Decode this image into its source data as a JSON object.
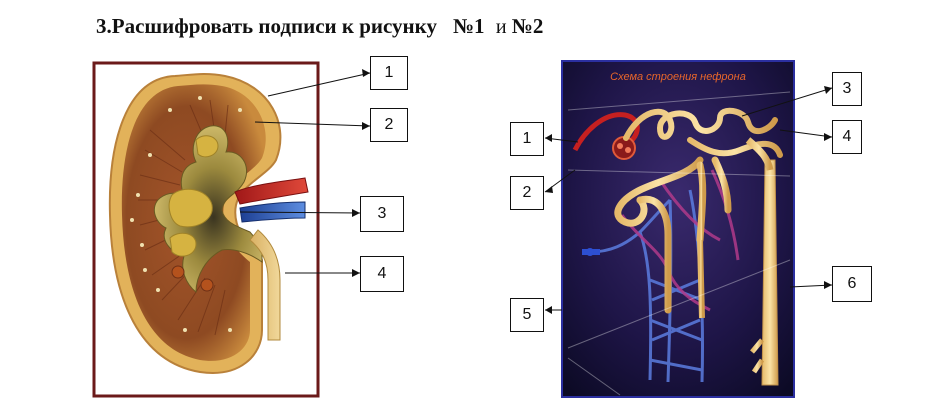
{
  "heading": {
    "text": "3.Расшифровать подписи к рисунку",
    "fig1": "№1",
    "conj": "и",
    "fig2": "№2"
  },
  "figure1": {
    "labels": [
      "1",
      "2",
      "3",
      "4"
    ]
  },
  "figure2": {
    "title": "Схема строения нефрона",
    "labels": [
      "1",
      "2",
      "3",
      "4",
      "5",
      "6"
    ]
  }
}
